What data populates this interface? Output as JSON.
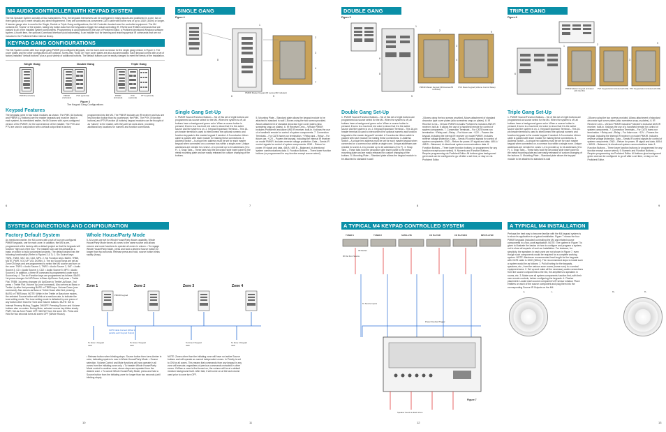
{
  "p6": {
    "title": "M4 AUDIO CONTROLLER WITH KEYPAD SYSTEM",
    "intro": "The M4 Speaker System consists of four subsystems. First, the keypads themselves can be configured in many layouts and positioned in a one, two or three gang set-up to meet virtually any direct requirement. They are connected via convenient CAT5 cable with home runs of up to 1000' (300m) or longer. If heavier gauge wire is used to the Single, Double or Triple Gang configurations, the M4 Controller located near the controlled equipment. The M4 contains the \"brains\" of the system, taking key button data from the keypads to trigger the actual controlling IR, RS232 and RS485 commands that are passed to all of the installed system components. Programming is accomplished by the use of Proficient Editor, a Proficient developed Windows software system. A fourth item, the optional Command Interface (sold separately), is an installer tool for learning and teaching special IR commands that are not included in the Proficient Editor internal library.",
    "h_keypad": "KEYPAD GANG CONFIGURATIONS",
    "keypad_text": "The M4 System comes with four single gang PMKIR pre-configured keypads, one for each zone as shown for the single gang version in Figure 3. The cover plates and the other configurations are optional. Screw-less \"Snap On\" type cover plates are also accommodated. Each keypad comes with a set of factory installed \"default buttons\" plus a good variety of additional buttons. The default buttons can be easily changed to meet the needs of the installation.",
    "gang_single": "Single Gang",
    "gang_double": "Double Gang",
    "gang_triple": "Triple Gang",
    "plate_labels": [
      "PMKIR (Included)",
      "PMKIR (Included)",
      "PVK (optional)",
      "PMKIR (included)",
      "PVK (optional)",
      "PTV (optional)"
    ],
    "fig_no": "Figure 3",
    "fig_caption": "The Keypad Gang Configurations",
    "h_features": "Keypad Features",
    "features_a": "The keypads come in four basic modules as shown. The PMK (18 buttons) and PMKIR (12 buttons) are the master keypads and must be used in each system. As mentioned earlier, the M4 comes with a pre-configured version of the PMKIR, for the convenience of the installer. The PVK and PTV are used in conjunction with a default output that is factory",
    "features_b": "programmed into the M4. The PMKIR includes an IR receiver and has one less function button than its counterpart, the PMK. The PVK (5 function buttons) and PTV/Function (8 buttons) keypad modules can be thought of as \"slaves\" to the master, with they will not work alone, providing additional key locations for numeric and function commands.",
    "page": "6"
  },
  "p7": {
    "title": "SINGLE GANG",
    "fig_no": "Figure 4",
    "caption": "PMKIR Master Keypad (IR receiver/IR included)",
    "h_setup": "Single Gang Set-Up",
    "setup_a": "1. PMKIR Source/Function Buttons – Six of this set of eight buttons are programmed as source select for the M4. When the system is off, all buttons have a background green color. When a source button is pressed, it turns to a low-level red color to show that it is the active source and the system is on. 2. Keypad Expansion Terminal – This 16-pin header terminal is used to interconnect the optional numeric and function keypads to the master keypad if needed. A 3-conductor ribbon cable is packed with each module for making these connections. 3. Address Switch – A unique hex address must be set for each master keypad when connected on a common bus within a single zone. Unique addresses are needed for zones 1-4 to provide up to 16 addresses (0 to F). 4. Snap Tabs – These tabs hold the decorator style insert panel to the metal mounting plate and are easily released for custom changing of the buttons.",
    "setup_b": "5. Mounting Plate – Standard plate allows the keypad module to be attached to standard in-wall J-Boxes using the two screws provided. Allows attachment of standard decorator type cover plates (also screwless snap-on plates). 6. IR Receiver Lens – Version PMKIR includes Proficient's exclusive ANS IR receiver, built-in. It allows the use of a handheld remote for control of system components. 7. Connection Terminals – For CAT5 home-run termination. + Relay and – Relay – For future use. +12V – Powers the keypad, including the internal IR receiver on model PMKIR. Includes reverse voltage protection. Data – Sends IR control signals for control of system components. GND – Return for power, IR signal and data. 485 A / 485 B – Balanced, bi-directional system communications data. 8. Function Buttons – Three lower function buttons (or programmed for any function except source select).",
    "page": "7"
  },
  "p8": {
    "title": "DOUBLE GANG",
    "fig_no": "Figure 5",
    "cap_left": "PMKIR Master Keypad (IR Receiver/IR Included)",
    "cap_right": "PVK Slave Keypad (Volume Control Slave)",
    "h_setup": "Double Gang Set-Up",
    "setup_a": "1. PMKIR Source/Function Buttons – Six of this set of eight buttons are programmed as source select for the M4. When the system is off, all buttons have a background green color. When a source button is pressed, it turns to a low-level red color to show that it is the active source and the system is on. 2. Keypad Expansion Terminal – This 16-pin header terminal is used to interconnect the optional numeric and function keypads to the master keypad if needed. A 3-conductor ribbon cable is packed with each module for making these connections. 3. Address Switch – A unique hex address must be set for each master keypad when connected on a common bus within a single zone. Unique addresses are needed for zones 1-4 to provide up to 16 addresses (0 to F). 4. Snap Tabs – These tabs hold the decorator style insert panel to the metal mounting plate and are easily released for custom changing of the buttons. 5. Mounting Plate – Standard plate allows the keypad module to be attached to standard in-wall",
    "setup_b": "J-Boxes using the two screws provided. Allows attachment of standard decorator type cover plates (also screwless snap-on plates). 6. IR Receiver Lens – Version PMKIR includes Proficient's exclusive ANS IR receiver, built-in. It allows the use of a handheld remote for control of system components. 7. Connection Terminals – For CAT5 home-run termination. +Relay and –Relay – For future use. +12V – Powers the keypad, including the internal IR receiver on model PMKIR. Includes reverse voltage protection. Data – Sends IR control signals for control of system components. GND – Return for power, IR signal and data. 485 A / 485 B – Balanced, bi-directional system communications data. 8. Function Buttons – Three lower function buttons (or programmed for any function except source select). 9. Numeric and Function Buttons – Require programming via Proficient Editor. All buttons glow background green and can be configured to go off after a set time, or stay on via Proficient Editor.",
    "page": "8"
  },
  "p9": {
    "title": "TRIPLE GANG",
    "fig_no": "Figure 6",
    "cap_left": "PMKIR Master Keypad (included with the M4)",
    "cap_mid": "PVK Keypad (Not included with M4)",
    "cap_right": "PTV Keypad (Not included with M4)",
    "h_setup": "Triple Gang Set-Up",
    "setup_a": "1. PMKIR Source/Function Buttons – Six of this set of eight buttons are programmed as source select for the M4. When the system is off, all buttons have a background green color. When a source button is pressed, it turns to a low-level red color to show that it is the active source and the system is on. 2. Keypad Expansion Terminal – This 16-pin header terminal is used to interconnect the optional numeric and function keypads to the master keypad if needed. A 3-conductor ribbon cable is packed with each module for making these connections. 3. Address Switch – A unique hex address must be set for each master keypad when connected on a common bus within a single zone. Unique addresses are needed for zones 1-4 to provide up to 16 addresses (0 to F). 4. Snap Tabs – These tabs hold the decorator style insert panel to the metal mounting plate and are easily released for custom changing of the buttons. 5. Mounting Plate – Standard plate allows the keypad module to be attached to standard in-wall",
    "setup_b": "J-Boxes using the two screws provided. Allows attachment of standard decorator type cover plates (also screwless snap-on plates). 6. IR Receiver Lens – Version PMKIR includes Proficient's exclusive ANS IR receiver, built-in. It allows the use of a handheld remote for control of system components. 7. Connection Terminals – For CAT5 home-run termination. +Relay and –Relay – For future use. +12V – Powers the keypad, including the internal IR receiver on model PMKIR. Includes reverse voltage protection. Data – Sends IR control signals for control of system components. GND – Return for power, IR signal and data. 485 A / 485 B – Balanced, bi-directional system communications data. 8. Function Buttons – Three lower function buttons (or programmed for any function except source select). 9. Numeric and Function Buttons – Require programming via Proficient Editor. All buttons glow background green and can be configured to go off after a set time, or stay on via Proficient Editor.",
    "page": "9"
  },
  "p10": {
    "title": "SYSTEM CONNECTIONS AND CONFIGURATION",
    "h_factory": "Factory Default System",
    "factory_text": "As mentioned earlier, the M4 comes with a set of four pre-configured PMKIR keypads, one for each zone. In addition, the M4 is pre-programmed at the factory with a default project so that the keypads will function \"right out of the box.\" The installer can use this default as a basis on which to build customized projects. The default project has the following functionality (Refer to Figures 3 & 7): 1. Six Source keys: TNR1, TNR2, SAT, CD, CD2, MP3. 2. Six Function keys: BASS, TRBE, MUTE, PWR, VOL UP, VOL DOWN. 3. The six Source keys are set as Zone ON keys and are programmed to select the M4 source and turn on the zone. TNR1 = Audio Source 1, TNR2 = Audio Source 2, SAT = Audio Source 3, CD = Audio Source 4, CD2 = Audio Source 5, MP3 = Audio Source 6. In addition, a three IR command is programmed under each Source key. 4. The six Function keys are programmed as follows: BASS: 1st press changes Vol UP/Down to Bass Up/Down. 2nd press = Treble Flat. TREB: 1st press changes Vol Up/Down to Treble Up/Down. 2nd press = Treble Flat. Volume Up (one command). Also serves as Bass or Treble Up after first pressing BASS or TREB keys. Volume Down (one command). Also serves as Bass or Treble Down after first pressing BASS or TREB keys. NOTE: While in the Treble or Bass tone modes, the selected Source button will blink at a medium rate, to indicate the tone setting mode. The tone setting mode is defeated by one press of any button other than the Tone and Volume buttons. MUTE: Set to Internal Preamp Muting, Toggles ON/OFF. Pressing Source and Volume buttons also un-mutes. During Mute, selected source key blinks slowly. PWR: Set as Zone Power OFF. Will NOT turn the zone ON. Press and Hold for two seconds turns all zones OFF (Whole House).",
    "h_whole": "Whole House/Party Mode",
    "whole_text": "5. All zones are set for Whole House/Party Mode capability. Whole House/Party Mode forces all zones to the same source and allows volume and route functions to operate all zones in unison. • To engage Whole House/Party Mode, press and hold a desired Source button for longer than two seconds. Release press and hold, source button blinks rapidly (busy).",
    "zones": [
      "Zone 1",
      "Zone 2",
      "Zone 3",
      "Zone 4"
    ],
    "keypad_lbl": "PMKIR Keypad",
    "cat5": "CAT5 Cable Connect (Wired in parallel each Keypad Output)",
    "to_zone": [
      "To Zone 1 Keypad Jack",
      "To Zone 2 Keypad Jack",
      "To Zone 3 Keypad Jack",
      "To Zone 4 Keypad Jack"
    ],
    "bullets": "• Release button when blinking stops. Source button then turns Amber in color, indicating system is now in Whole House/Party Mode. • Source selection, Volume Control and Mute functions will now operate in all zones from the initiating zone only. • To transfer Whole House/Party Mode control to another zone, above steps are repeated from the desired zone. • To cancel Whole House/Party Mode, press and hold a Source button from the initiating zone for longer than two seconds (until blinking stops).",
    "note": "NOTE: Zones other than the initiating zone will have not active Source buttons and will operate as normal independent zones. In Priority is set to ON for all zones. This means that commands from any keypad in any zone will execute, regardless of previous commands executed in other zones. If When a zone is first turned on, the volume will be at a default medium background level. After that, it will come on at the last volume used prior to zone turn OFF.",
    "page_l": "10",
    "page_r": "11"
  },
  "p12": {
    "title": "A TYPICAL M4 KEYPAD CONTROLLED SYSTEM",
    "devices": [
      "TUNER 1",
      "TUNER 2",
      "SATELLITE",
      "CD PLAYER",
      "CD PLAYER 2",
      "MP3 PLAYER"
    ],
    "ir_flasher": "IR Flasher",
    "ir_out": "IR Out from Source",
    "to_source": "To Source Inputs",
    "power_trigger": "Power Doorbell Trigger",
    "fig_no": "Figure 7",
    "speaker_feeds": "Speaker Feeds to Each Zone",
    "page": "12"
  },
  "p13": {
    "title": "A TYPICAL M4 INSTALLATION",
    "text": "Perhaps the best way to become familiar with the M4 keypad system is to show its application in a typical installation. Figure 7 shows the four PMKIR keypads (included) controlling the M4 and related source components in a four-zone application. NOTE: The system in Figure 7 is given to illustrate the basics on how to configure and program a system, not to show all aspects of such an installation. For instance, for simplicity, the speakers in each zone are not shown in Figure 7, even though such components would be required for a complete working system. NOTE: Maximum recommended lead length for the keypads with CAT5 cable is 1000' (300m). The recommended steps to install such a system would be as follows: 1. Pull all wiring for the keypads, speakers, etc., from the various zone rooms (home runs) to a central equipment area. 2. Set up and make all the necessary audio connections from the source components to the M4, the amplifiers to speakers in rooms, etc. 3. Make sure all system components function first, with their own remote controls, before configuring the keypads. 4. Flasher placement: Locate each source component's IR sensor window. Place emitters on each of the source component and plug them into the corresponding Source IR Outputs on the M4.",
    "speaker_lbls": [
      "L+",
      "L–",
      "R+",
      "R–"
    ],
    "page": "13"
  }
}
